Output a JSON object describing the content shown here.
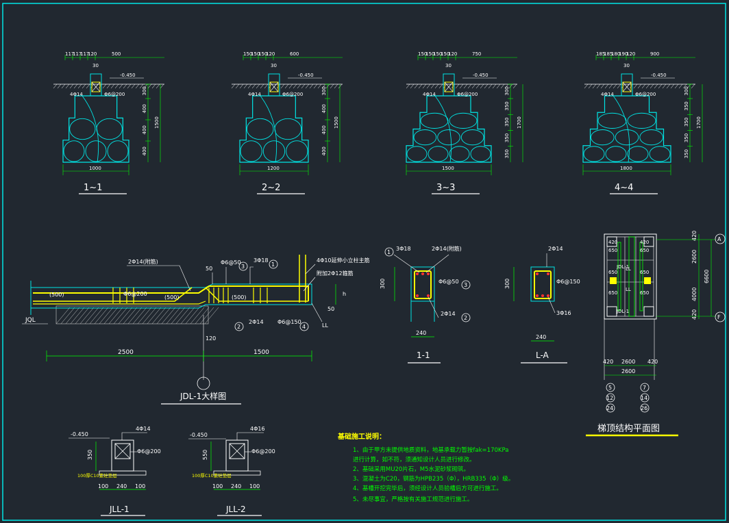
{
  "colors": {
    "background": "#212830",
    "frame": "#00e5e5",
    "section": "#00e5e5",
    "dim": "#00ff00",
    "rebar": "#ffff00",
    "text": "#ffffff",
    "grade": "#ffffff",
    "beam": "#ffff00"
  },
  "sections": [
    {
      "title": "1~1",
      "dims_top": [
        "117",
        "117",
        "117",
        "120",
        "500"
      ],
      "col": "30",
      "level": "-0.450",
      "bar_top": "4Φ14",
      "bar_side": "Φ6@200",
      "width": "1000",
      "heights": [
        "300",
        "400",
        "400",
        "400"
      ],
      "total": "1500"
    },
    {
      "title": "2~2",
      "dims_top": [
        "150",
        "150",
        "150",
        "120",
        "600"
      ],
      "col": "30",
      "level": "-0.450",
      "bar_top": "4Φ14",
      "bar_side": "Φ6@200",
      "width": "1200",
      "heights": [
        "300",
        "400",
        "400",
        "400"
      ],
      "total": "1500"
    },
    {
      "title": "3~3",
      "dims_top": [
        "150",
        "150",
        "150",
        "150",
        "120",
        "750"
      ],
      "col": "30",
      "level": "-0.450",
      "bar_top": "4Φ14",
      "bar_side": "Φ6@200",
      "width": "1500",
      "heights": [
        "300",
        "350",
        "350",
        "350",
        "350"
      ],
      "total": "1700"
    },
    {
      "title": "4~4",
      "dims_top": [
        "185",
        "185",
        "180",
        "190",
        "120",
        "900"
      ],
      "col": "30",
      "level": "-0.450",
      "bar_top": "4Φ14",
      "bar_side": "Φ6@200",
      "width": "1800",
      "heights": [
        "300",
        "350",
        "350",
        "350",
        "350"
      ],
      "total": "1700"
    }
  ],
  "jdl": {
    "title": "JDL-1大样图",
    "top_bar": "2Φ14(附筋)",
    "top_a": "50",
    "top_b": "Φ6@50",
    "top_c": "3Φ18",
    "top_c_mark": "1",
    "top_b_mark": "3",
    "col_note": "4Φ10延伸小立柱主筋",
    "col_note2": "附加2Φ12箍筋",
    "stirrup": "Φ6@200",
    "len1": "(500)",
    "len2": "(500)",
    "len3": "(500)",
    "jql": "JQL",
    "ll": "LL",
    "h": "h",
    "dim_50": "50",
    "bot_bar": "2Φ14",
    "bot_mark": "2",
    "bot_stirrup": "Φ6@150",
    "bot_stirrup_mark": "4",
    "dim_120": "120",
    "span1": "2500",
    "span2": "1500"
  },
  "sec11": {
    "title": "1-1",
    "top": "3Φ18",
    "top_mark": "1",
    "top2": "2Φ14(附筋)",
    "stirrup": "Φ6@50",
    "stirrup_mark": "3",
    "bot": "2Φ14",
    "bot_mark": "2",
    "height": "300",
    "width": "240"
  },
  "secLA": {
    "title": "L-A",
    "top": "2Φ14",
    "stirrup": "Φ6@150",
    "bot": "3Φ16",
    "height": "300",
    "width": "240"
  },
  "plan": {
    "title": "梯顶结构平面图",
    "axis_a": "A",
    "axis_f": "F",
    "dim_420_top": "420",
    "dim_2600_v": "2600",
    "dim_6600": "6600",
    "dim_4000": "4000",
    "dim_420_bot": "420",
    "dim_420_l": "420",
    "dim_2600_h": "2600",
    "dim_420_r": "420",
    "dim_2600_total": "2600",
    "labels": [
      "650",
      "650",
      "650",
      "650",
      "650",
      "650",
      "420",
      "420",
      "JDL-1",
      "LL",
      "LL",
      "JDL-1"
    ],
    "axes_left": [
      "5",
      "12",
      "24"
    ],
    "axes_right": [
      "7",
      "14",
      "26"
    ]
  },
  "jll1": {
    "title": "JLL-1",
    "bar": "4Φ14",
    "stirrup": "Φ6@200",
    "level": "-0.450",
    "height": "350",
    "pad": "100厚C10素砼垫层",
    "w1": "100",
    "w2": "240",
    "w3": "100"
  },
  "jll2": {
    "title": "JLL-2",
    "bar": "4Φ16",
    "stirrup": "Φ6@200",
    "level": "-0.450",
    "height": "550",
    "pad": "100厚C10素砼垫层",
    "w1": "100",
    "w2": "240",
    "w3": "100"
  },
  "notes": {
    "title": "基础施工说明：",
    "items": [
      "1、由于甲方未提供地质资料，地基承载力暂按fak=170KPa",
      "进行计算，如不符，须通知设计人员进行修改。",
      "2、基础采用MU20片石，M5水泥砂浆砌筑。",
      "3、混凝土为C20，钢筋为HPB235（Φ），HRB335（Φ）级。",
      "4、基槽开挖完毕后，须经设计人员验槽后方可进行施工。",
      "5、未尽事宜，严格按有关施工规范进行施工。"
    ]
  }
}
